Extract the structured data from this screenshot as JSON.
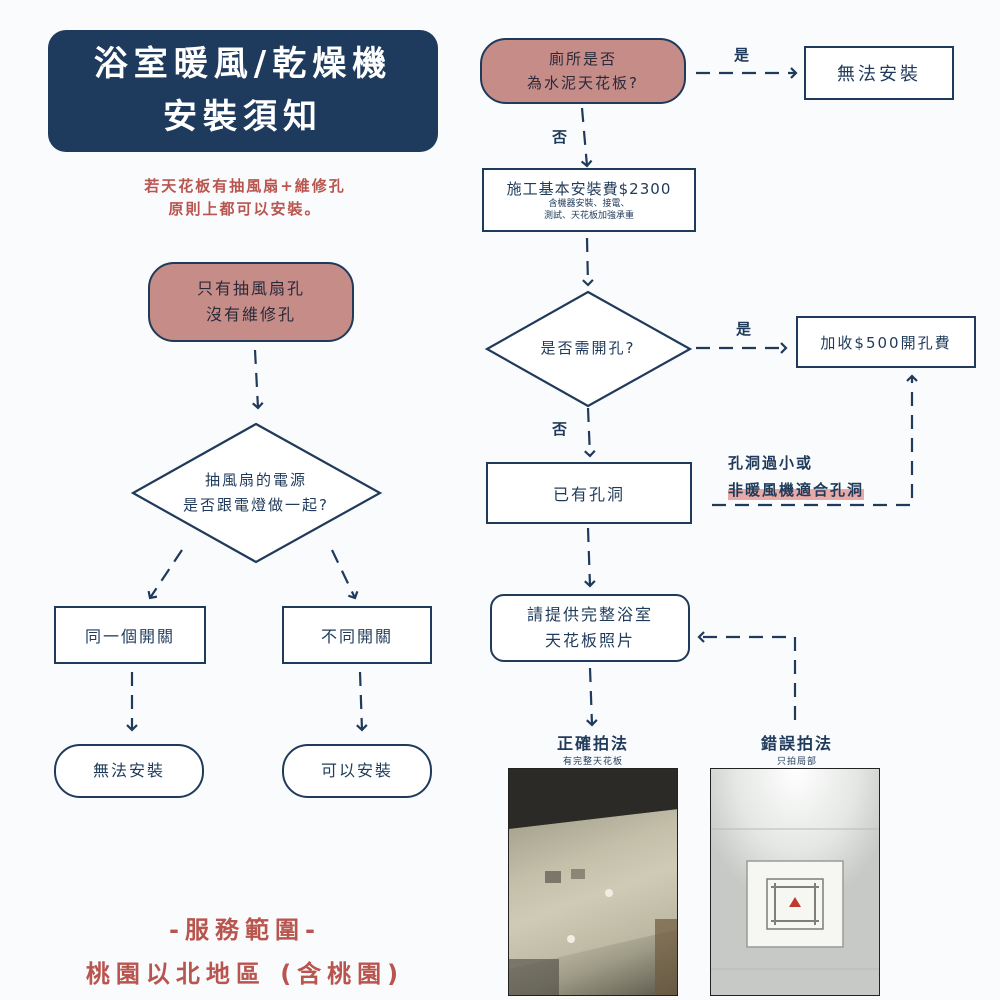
{
  "title": {
    "line1": "浴室暖風/乾燥機",
    "line2": "安裝須知"
  },
  "note": {
    "line1": "若天花板有抽風扇+維修孔",
    "line2": "原則上都可以安裝。"
  },
  "left_flow": {
    "start": {
      "line1": "只有抽風扇孔",
      "line2": "沒有維修孔"
    },
    "decision": {
      "line1": "抽風扇的電源",
      "line2": "是否跟電燈做一起?"
    },
    "same_switch": "同一個開關",
    "different_switch": "不同開關",
    "cannot_install": "無法安裝",
    "can_install": "可以安裝"
  },
  "right_flow": {
    "start": {
      "line1": "廁所是否",
      "line2": "為水泥天花板?"
    },
    "yes_label_1": "是",
    "no_label_1": "否",
    "cannot_install": "無法安裝",
    "base_fee": {
      "title": "施工基本安裝費$2300",
      "detail1": "含機器安裝、接電、",
      "detail2": "測試、天花板加強承重"
    },
    "decision_hole": "是否需開孔?",
    "yes_label_2": "是",
    "no_label_2": "否",
    "hole_fee": "加收$500開孔費",
    "existing_hole": "已有孔洞",
    "small_hole_note": {
      "line1": "孔洞過小或",
      "line2": "非暖風機適合孔洞"
    },
    "photo_request": {
      "line1": "請提供完整浴室",
      "line2": "天花板照片"
    },
    "correct": {
      "title": "正確拍法",
      "sub": "有完整天花板"
    },
    "wrong": {
      "title": "錯誤拍法",
      "sub": "只拍局部"
    }
  },
  "service": {
    "title": "-服務範圍-",
    "area": "桃園以北地區 (含桃園)"
  },
  "colors": {
    "navy": "#1e3a5c",
    "rose": "#c58c88",
    "accent_red": "#b9554f",
    "highlight": "#e8aaa6"
  }
}
